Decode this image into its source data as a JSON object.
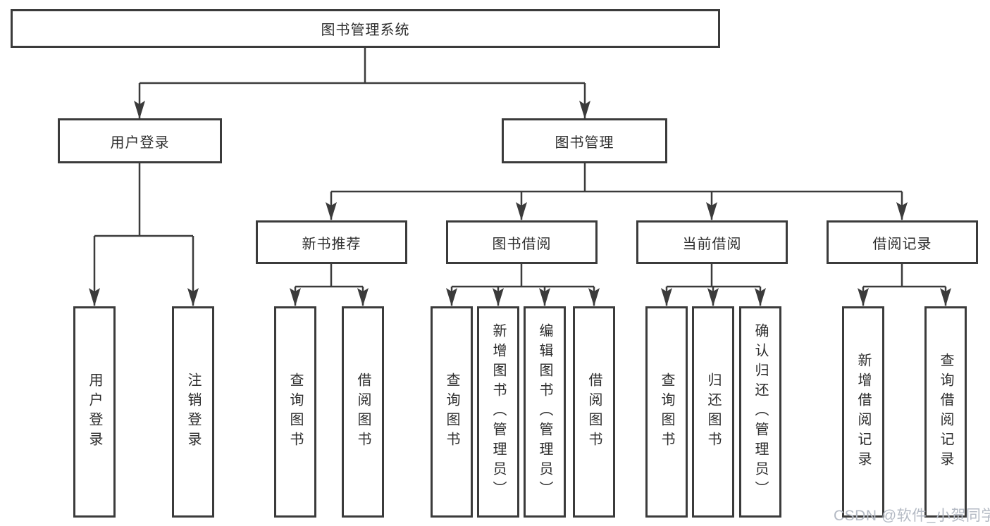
{
  "diagram": {
    "root": {
      "label": "图书管理系统"
    },
    "level1": [
      {
        "label": "用户登录"
      },
      {
        "label": "图书管理"
      }
    ],
    "level2": [
      {
        "label": "新书推荐"
      },
      {
        "label": "图书借阅"
      },
      {
        "label": "当前借阅"
      },
      {
        "label": "借阅记录"
      }
    ],
    "leaves": {
      "user_login": [
        "用户登录",
        "注销登录"
      ],
      "new_book": [
        "查询图书",
        "借阅图书"
      ],
      "book_borrow": [
        "查询图书",
        "新增图书（管理员）",
        "编辑图书（管理员）",
        "借阅图书"
      ],
      "current_borrow": [
        "查询图书",
        "归还图书",
        "确认归还（管理员）"
      ],
      "borrow_record": [
        "新增借阅记录",
        "查询借阅记录"
      ]
    }
  },
  "watermark": "CSDN @软件_小贺同学",
  "colors": {
    "line": "#3b3b3b",
    "box_border": "#3b3b3b",
    "text": "#2e2e2e",
    "watermark": "#b4bac4",
    "background": "#ffffff"
  }
}
